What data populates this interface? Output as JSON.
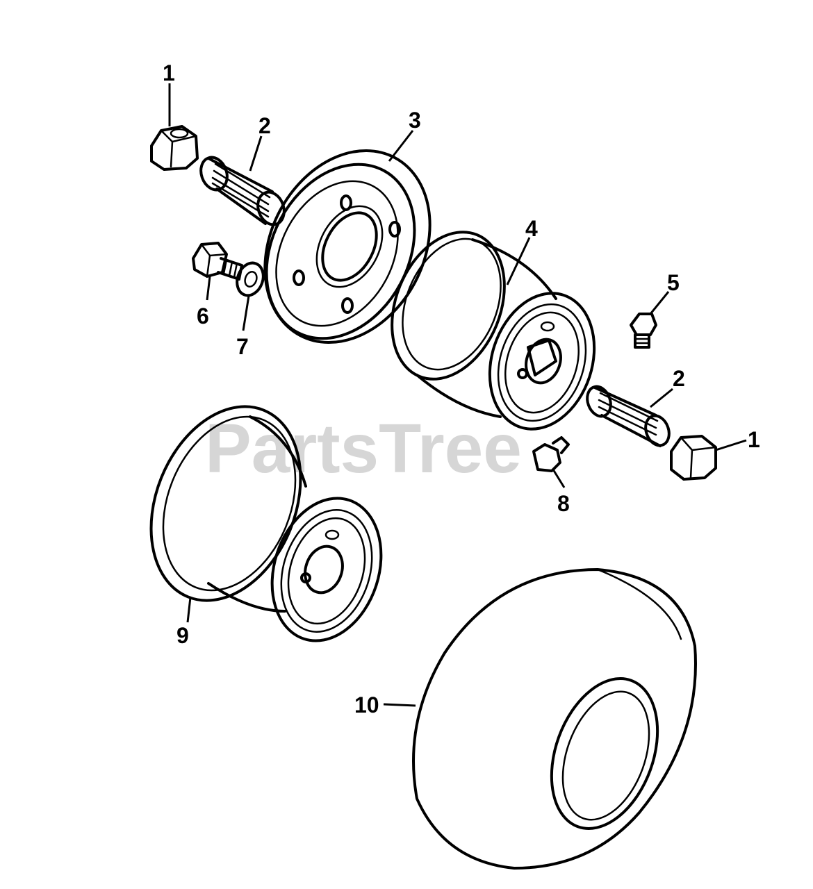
{
  "watermark": "PartsTree",
  "callouts": {
    "nut_top": "1",
    "bearing_top": "2",
    "disc_hub": "3",
    "rim_half_top": "4",
    "grease_fitting_top": "5",
    "bolt": "6",
    "washer": "7",
    "grease_fitting_bottom": "8",
    "bearing_right": "2",
    "nut_right": "1",
    "rim_half_bottom": "9",
    "tire": "10"
  },
  "colors": {
    "line": "#000000",
    "watermark": "#cfcfcf",
    "background": "#ffffff"
  }
}
